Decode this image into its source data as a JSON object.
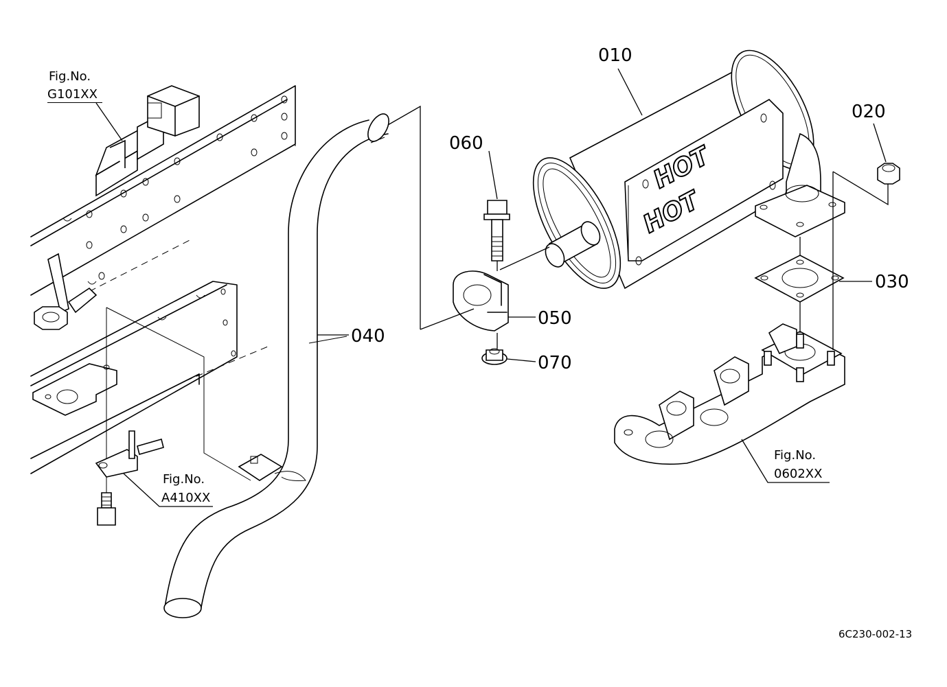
{
  "callouts": {
    "p010": "010",
    "p020": "020",
    "p030": "030",
    "p040": "040",
    "p050": "050",
    "p060": "060",
    "p070": "070"
  },
  "figrefs": {
    "g101": {
      "label": "Fig.No.",
      "ref": "G101XX"
    },
    "a410": {
      "label": "Fig.No.",
      "ref": "A410XX"
    },
    "m0602": {
      "label": "Fig.No.",
      "ref": "0602XX"
    }
  },
  "muffler_marking": "HOT",
  "drawing_code": "6C230-002-13"
}
